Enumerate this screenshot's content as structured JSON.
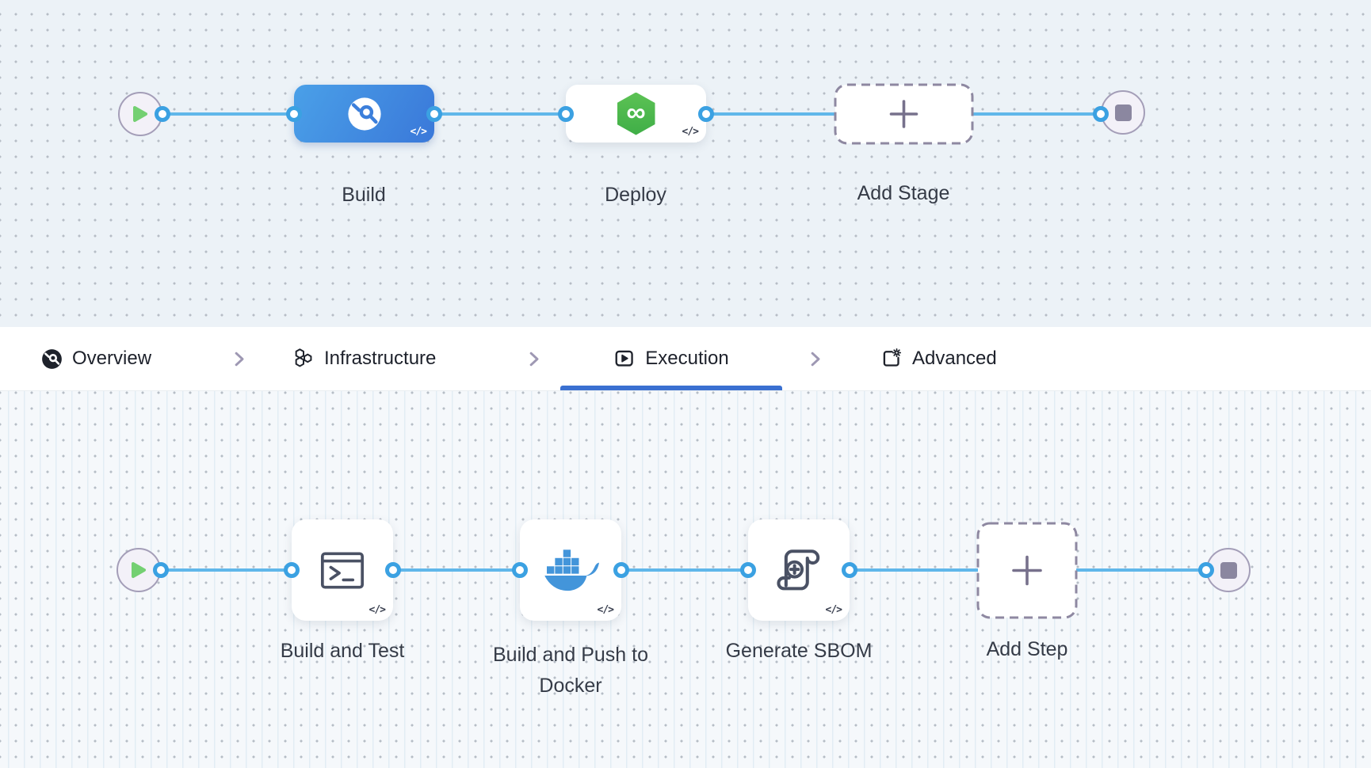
{
  "ui": {
    "code_glyph": "</>",
    "infinity_glyph": "∞"
  },
  "colors": {
    "canvas_top_bg": "#ecf2f7",
    "canvas_bottom_bg": "#f5f8fb",
    "connector_line": "#60b7ea",
    "connector_port": "#3ba1e2",
    "build_node_gradient_start": "#4aa0e8",
    "build_node_gradient_end": "#3a78d9",
    "deploy_hex_green": "#4cb84e",
    "docker_blue": "#4395da",
    "play_green": "#74d072",
    "stop_gray": "#8b87a0",
    "active_tab_underline": "#3a70d1",
    "dashed_border": "#8e88a1",
    "label_text": "#353b47",
    "tab_text": "#1d212b"
  },
  "stage_pipeline": {
    "stages": [
      {
        "label": "Build"
      },
      {
        "label": "Deploy"
      },
      {
        "label": "Add Stage"
      }
    ]
  },
  "tabs": {
    "items": [
      {
        "label": "Overview"
      },
      {
        "label": "Infrastructure"
      },
      {
        "label": "Execution",
        "active": true
      },
      {
        "label": "Advanced"
      }
    ]
  },
  "step_pipeline": {
    "steps": [
      {
        "label": "Build and Test"
      },
      {
        "label": "Build and Push to Docker"
      },
      {
        "label": "Generate SBOM"
      },
      {
        "label": "Add Step"
      }
    ]
  }
}
